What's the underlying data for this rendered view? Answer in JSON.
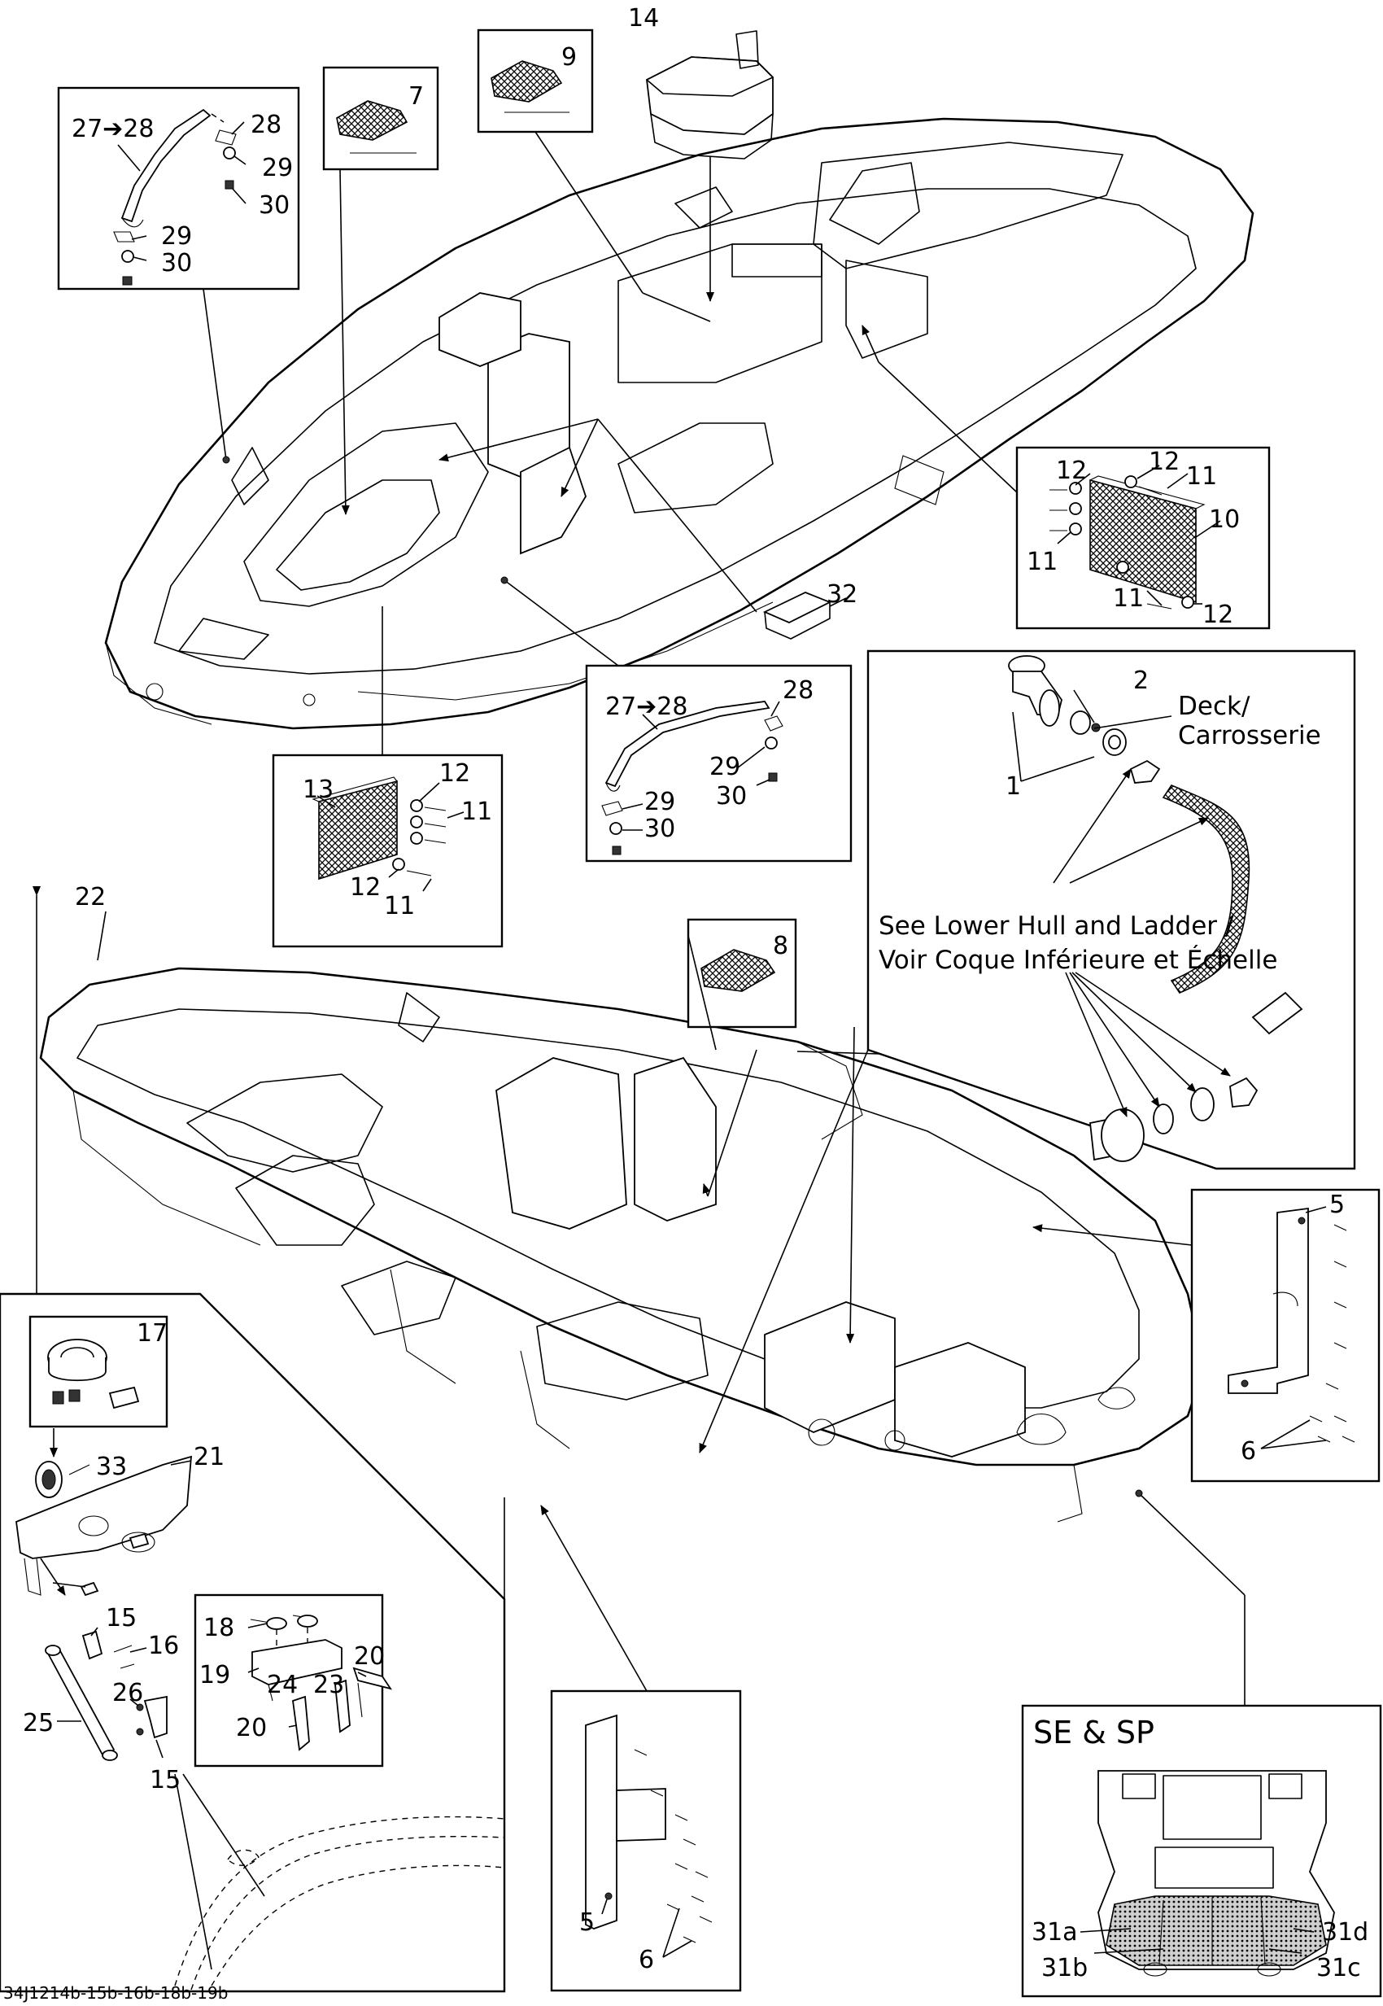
{
  "figure_code": "34J1214b-15b-16b-18b-19b",
  "notes": {
    "deck_line1": "Deck/",
    "deck_line2": "Carrosserie",
    "see_line1": "See Lower Hull and Ladder /",
    "see_line2": "Voir Coque Inférieure et Échelle",
    "models": "SE & SP"
  },
  "labels": {
    "l1": "1",
    "l2": "2",
    "l5a": "5",
    "l5b": "5",
    "l6a": "6",
    "l6b": "6",
    "l7": "7",
    "l8": "8",
    "l9": "9",
    "l10": "10",
    "l11a": "11",
    "l11b": "11",
    "l11c": "11",
    "l11d": "11",
    "l11e": "11",
    "l12a": "12",
    "l12b": "12",
    "l12c": "12",
    "l12d": "12",
    "l12e": "12",
    "l13": "13",
    "l14": "14",
    "l15a": "15",
    "l15b": "15",
    "l16": "16",
    "l17": "17",
    "l18": "18",
    "l19": "19",
    "l20a": "20",
    "l20b": "20",
    "l21": "21",
    "l22": "22",
    "l23": "23",
    "l24": "24",
    "l25": "25",
    "l26": "26",
    "l2728a": "27➔28",
    "l28a": "28",
    "l29a": "29",
    "l30a": "30",
    "l29b": "29",
    "l30b": "30",
    "l2728b": "27➔28",
    "l28b": "28",
    "l29c": "29",
    "l30c": "30",
    "l29d": "29",
    "l30d": "30",
    "l31a": "31a",
    "l31b": "31b",
    "l31c": "31c",
    "l31d": "31d",
    "l32": "32",
    "l33": "33"
  }
}
